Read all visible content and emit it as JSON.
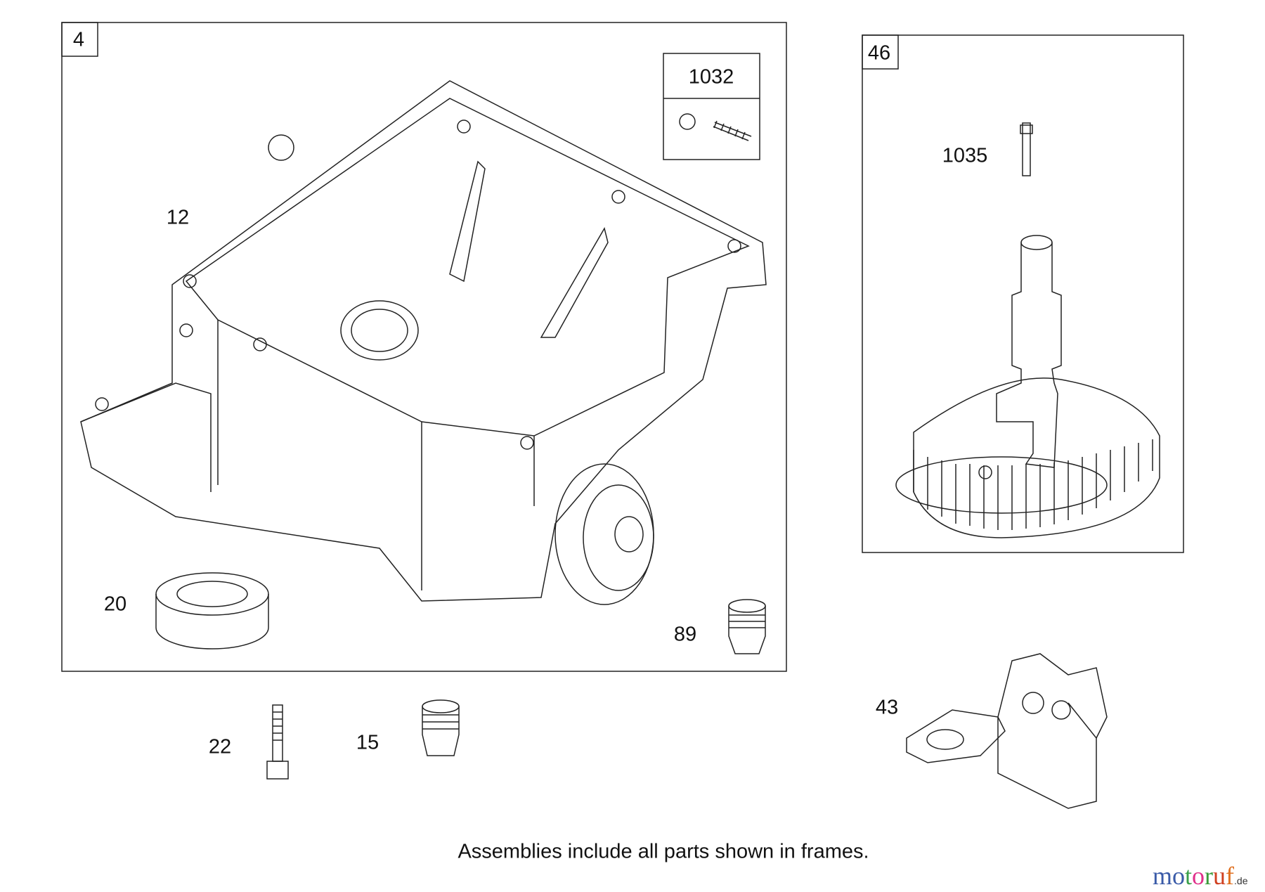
{
  "frames": [
    {
      "callout": "4"
    },
    {
      "callout": "46"
    }
  ],
  "kit_box": {
    "callout": "1032"
  },
  "callouts": {
    "sump": "12",
    "seal": "20",
    "plug_89": "89",
    "pin": "1035",
    "governor": "43",
    "bolt": "22",
    "plug_15": "15"
  },
  "caption": "Assemblies include all parts shown in frames.",
  "logo": {
    "text": "motoruf",
    "suffix": ".de",
    "letter_colors": [
      "#3a5ba8",
      "#3a5ba8",
      "#3aa04a",
      "#e0308a",
      "#3a9a3a",
      "#d04020",
      "#e07020",
      "#e0b010"
    ]
  }
}
